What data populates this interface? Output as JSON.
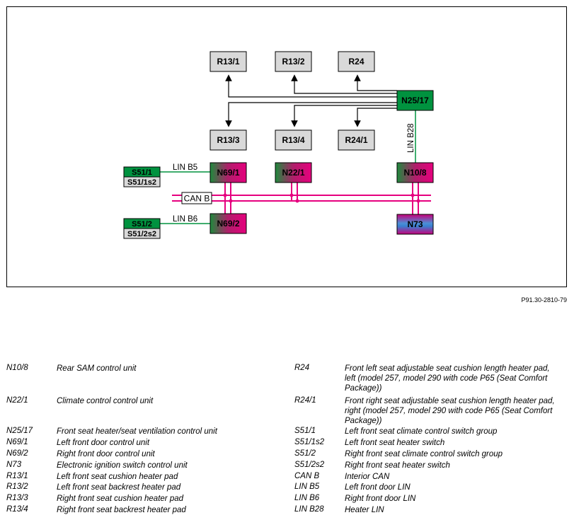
{
  "diagram": {
    "components": {
      "R13_1": "R13/1",
      "R13_2": "R13/2",
      "R24": "R24",
      "N25_17": "N25/17",
      "R13_3": "R13/3",
      "R13_4": "R13/4",
      "R24_1": "R24/1",
      "S51_1": "S51/1",
      "S51_1s2": "S51/1s2",
      "N69_1": "N69/1",
      "N22_1": "N22/1",
      "N10_8": "N10/8",
      "S51_2": "S51/2",
      "S51_2s2": "S51/2s2",
      "N69_2": "N69/2",
      "N73": "N73"
    },
    "bus_labels": {
      "lin_b5": "LIN B5",
      "lin_b6": "LIN B6",
      "lin_b28": "LIN B28",
      "can_b": "CAN B"
    },
    "reference": "P91.30-2810-79",
    "colors": {
      "green": "#00923f",
      "magenta": "#e6007e",
      "gray_box": "#d9d9d9",
      "bus": "#e6007e",
      "blue": "#3a7fd0"
    }
  },
  "legend": {
    "left": [
      {
        "code": "N10/8",
        "desc": "Rear SAM control unit"
      },
      {
        "code": "N22/1",
        "desc": "Climate control control unit"
      },
      {
        "code": "N25/17",
        "desc": "Front seat heater/seat ventilation control unit"
      },
      {
        "code": "N69/1",
        "desc": "Left front door control unit"
      },
      {
        "code": "N69/2",
        "desc": "Right front door control unit"
      },
      {
        "code": "N73",
        "desc": "Electronic ignition switch control unit"
      },
      {
        "code": "R13/1",
        "desc": "Left front seat cushion heater pad"
      },
      {
        "code": "R13/2",
        "desc": "Left front seat backrest heater pad"
      },
      {
        "code": "R13/3",
        "desc": "Right front seat cushion heater pad"
      },
      {
        "code": "R13/4",
        "desc": "Right front seat backrest heater pad"
      }
    ],
    "right": [
      {
        "code": "R24",
        "desc": "Front left seat adjustable seat cushion length heater pad, left (model 257, model 290 with code P65 (Seat Comfort Package))"
      },
      {
        "code": "R24/1",
        "desc": "Front right seat adjustable seat cushion length heater pad, right (model 257, model 290 with code P65 (Seat Comfort Package))"
      },
      {
        "code": "S51/1",
        "desc": "Left front seat climate control switch group"
      },
      {
        "code": "S51/1s2",
        "desc": "Left front seat heater switch"
      },
      {
        "code": "S51/2",
        "desc": "Right front seat climate control switch group"
      },
      {
        "code": "S51/2s2",
        "desc": "Right front seat heater switch"
      },
      {
        "code": "CAN B",
        "desc": "Interior CAN"
      },
      {
        "code": "LIN B5",
        "desc": "Left front door LIN"
      },
      {
        "code": "LIN B6",
        "desc": "Right front door LIN"
      },
      {
        "code": "LIN B28",
        "desc": "Heater LIN"
      }
    ]
  }
}
